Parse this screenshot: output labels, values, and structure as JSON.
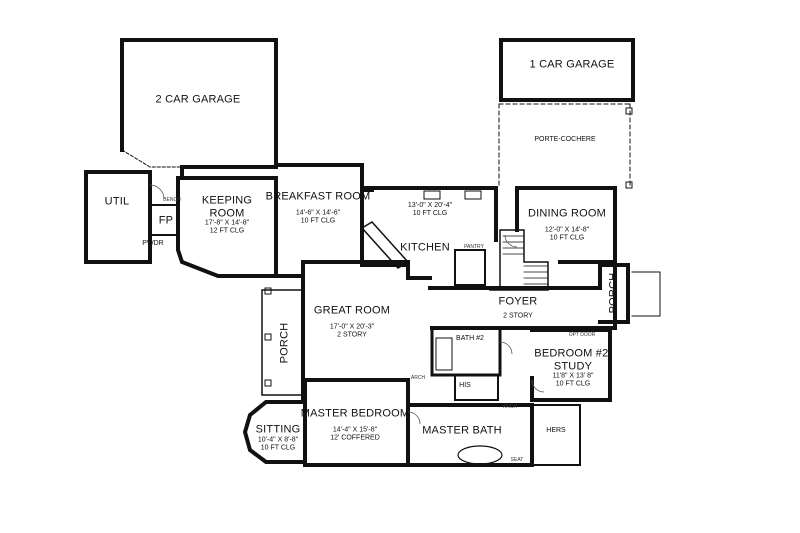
{
  "rooms": {
    "garage2": {
      "name": "2 CAR GARAGE"
    },
    "garage1": {
      "name": "1 CAR GARAGE"
    },
    "porte": {
      "name": "PORTE-COCHERE"
    },
    "util": {
      "name": "UTIL"
    },
    "keeping": {
      "name": "KEEPING\nROOM",
      "dims": "17'-8\" X 14'-8\"",
      "clg": "12 FT CLG"
    },
    "fp": {
      "name": "FP"
    },
    "pwdr": {
      "name": "PWDR"
    },
    "breakfast": {
      "name": "BREAKFAST ROOM",
      "dims": "14'-6\" X 14'-6\"",
      "clg": "10 FT CLG"
    },
    "kitchen": {
      "name": "KITCHEN",
      "dims": "13'-0\" X 20'-4\"",
      "clg": "10 FT CLG"
    },
    "pantry": {
      "name": "PANTRY"
    },
    "dining": {
      "name": "DINING ROOM",
      "dims": "12'-0\" X 14'-8\"",
      "clg": "10 FT CLG"
    },
    "great": {
      "name": "GREAT ROOM",
      "dims": "17'-0\" X 20'-3\"",
      "clg": "2 STORY"
    },
    "foyer": {
      "name": "FOYER",
      "clg": "2 STORY"
    },
    "porch_left": {
      "name": "PORCH"
    },
    "porch_right": {
      "name": "PORCH"
    },
    "bath2": {
      "name": "BATH #2"
    },
    "bedroom2": {
      "name": "BEDROOM #2/\nSTUDY",
      "dims": "11'8\" X 13' 8\"",
      "clg": "10 FT CLG"
    },
    "his": {
      "name": "HIS"
    },
    "hers": {
      "name": "HERS"
    },
    "master_bed": {
      "name": "MASTER BEDROOM",
      "dims": "14'-4\" X 15'-8\"",
      "clg": "12' COFFERED"
    },
    "master_bath": {
      "name": "MASTER BATH"
    },
    "sitting": {
      "name": "SITTING",
      "dims": "10'-4\" X 8'-8\"",
      "clg": "10 FT CLG"
    },
    "seat": {
      "name": "SEAT"
    }
  },
  "notes": {
    "opt_door": "OPT DOOR",
    "bench": "BENCH",
    "arch1": "ARCH",
    "arch2": "ARCH"
  },
  "colors": {
    "wall": "#111111",
    "fixture": "#333333",
    "background": "#ffffff"
  }
}
